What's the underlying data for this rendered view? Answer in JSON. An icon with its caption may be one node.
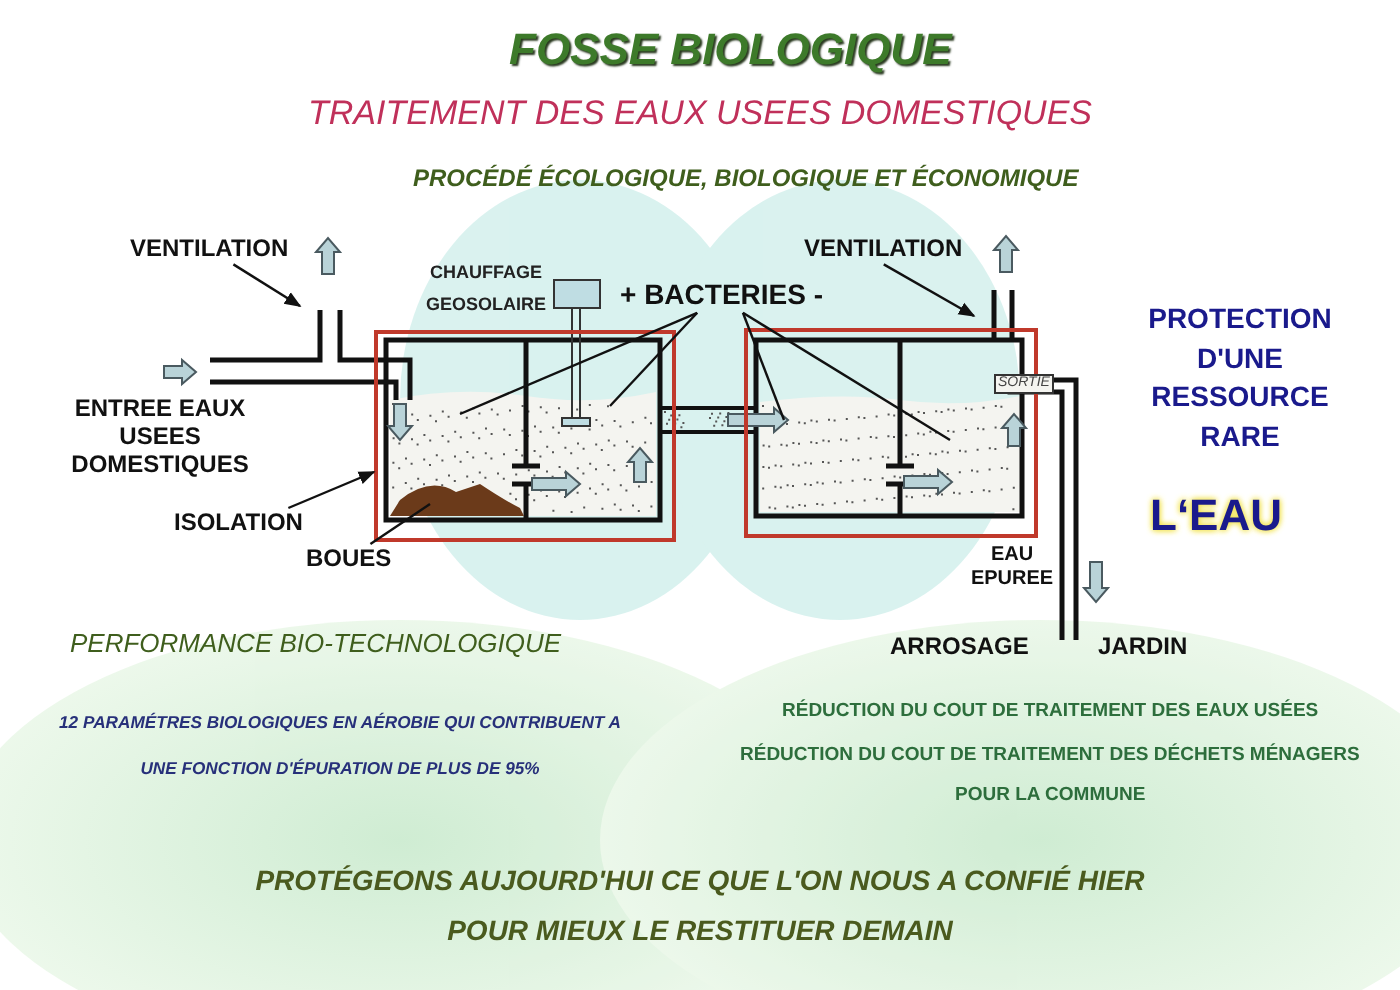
{
  "diagram": {
    "title": "FOSSE BIOLOGIQUE",
    "nodes": [
      {
        "text": [
          "VENTILATION"
        ]
      },
      {
        "text": [
          "+ BACTERIES -"
        ]
      },
      {
        "text": [
          "ISOLATION"
        ]
      },
      {
        "text": [
          "BOUES"
        ]
      },
      {
        "text": [
          "VENTILATION"
        ]
      },
      {
        "text": [],
        "shape": "box"
      },
      {
        "text": [],
        "shape": "box"
      }
    ],
    "edges": [
      {
        "from": 0,
        "to": null,
        "arrow": "to"
      },
      {
        "from": 1,
        "to": 5,
        "arrow": "none"
      },
      {
        "from": 1,
        "to": 5,
        "arrow": "none"
      },
      {
        "from": 1,
        "to": 6,
        "arrow": "none"
      },
      {
        "from": 1,
        "to": 6,
        "arrow": "none"
      },
      {
        "from": 2,
        "to": 5,
        "arrow": "to"
      },
      {
        "from": 3,
        "to": 5,
        "arrow": "none"
      },
      {
        "from": 4,
        "to": 6,
        "arrow": "to"
      }
    ],
    "labels": [
      "TRAITEMENT DES EAUX USEES DOMESTIQUES",
      "PROCÉDÉ ÉCOLOGIQUE, BIOLOGIQUE ET ÉCONOMIQUE",
      "CHAUFFAGE GEOSOLAIRE",
      "ENTREE EAUX USEES DOMESTIQUES",
      "SORTIE",
      "PROTECTION D'UNE RESSOURCE RARE",
      "L‘EAU",
      "EAU EPUREE",
      "PERFORMANCE BIO-TECHNOLOGIQUE",
      "ARROSAGE",
      "JARDIN",
      "12 PARAMÉTRES BIOLOGIQUES EN AÉROBIE QUI CONTRIBUENT A UNE FONCTION D'ÉPURATION DE PLUS DE 95%",
      "RÉDUCTION DU COUT DE TRAITEMENT DES EAUX USÉES",
      "RÉDUCTION DU COUT DE TRAITEMENT DES DÉCHETS MÉNAGERS",
      "POUR LA COMMUNE",
      "PROTÉGEONS AUJOURD'HUI CE QUE L'ON NOUS A CONFIÉ HIER POUR MIEUX LE RESTITUER DEMAIN"
    ]
  }
}
